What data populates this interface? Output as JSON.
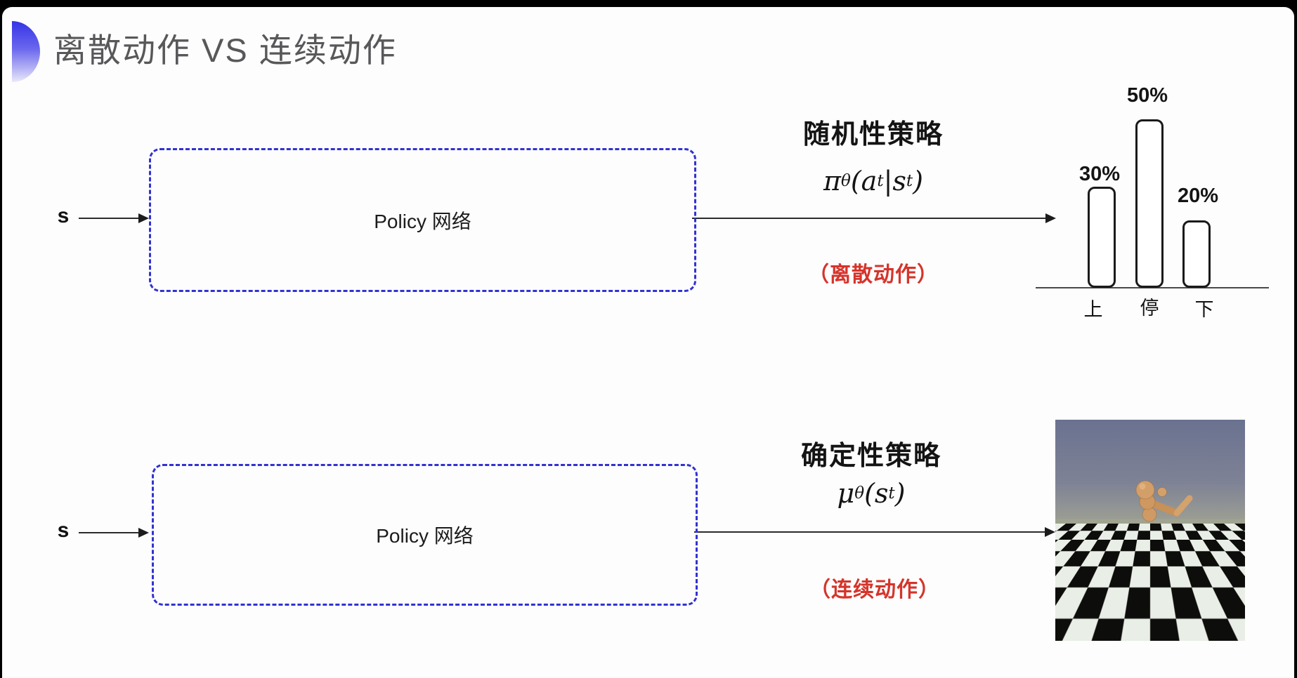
{
  "title": {
    "text": "离散动作 VS 连续动作"
  },
  "top_flow": {
    "input_label": "s",
    "box_label": "Policy 网络",
    "policy_name": "随机性策略",
    "formula": {
      "sym": "π",
      "sub": "θ",
      "t1": "(a",
      "s1": "t",
      "t2": "|s",
      "s2": "t",
      "t3": ")"
    },
    "action_note": "（离散动作）"
  },
  "bottom_flow": {
    "input_label": "s",
    "box_label": "Policy 网络",
    "policy_name": "确定性策略",
    "formula": {
      "sym": "μ",
      "sub": "θ",
      "t1": "(s",
      "s1": "t",
      "t2": ")"
    },
    "action_note": "（连续动作）"
  },
  "chart_data": {
    "type": "bar",
    "title": "",
    "categories": [
      "上",
      "停",
      "下"
    ],
    "values": [
      30,
      50,
      20
    ],
    "value_labels": [
      "30%",
      "50%",
      "20%"
    ],
    "ylim": [
      0,
      55
    ],
    "grid": false,
    "legend": false,
    "bar_fill": "#ffffff",
    "bar_border": "#1a1a1a"
  },
  "colors": {
    "accent_red": "#d5342b",
    "dashed_box_blue": "#3232d0",
    "title_gray": "#58585b",
    "bullet_blue_top": "#3434e6",
    "bullet_blue_bottom": "#e9e9fb"
  }
}
